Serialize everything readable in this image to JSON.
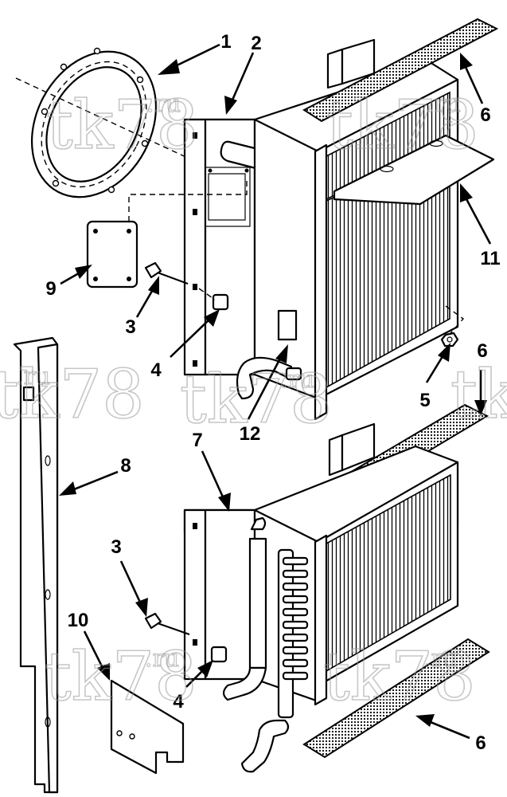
{
  "callouts": [
    {
      "id": "1",
      "text": "1"
    },
    {
      "id": "2",
      "text": "2"
    },
    {
      "id": "3",
      "text": "3"
    },
    {
      "id": "3b",
      "text": "3"
    },
    {
      "id": "4",
      "text": "4"
    },
    {
      "id": "4b",
      "text": "4"
    },
    {
      "id": "5",
      "text": "5"
    },
    {
      "id": "6",
      "text": "6"
    },
    {
      "id": "6b",
      "text": "6"
    },
    {
      "id": "6c",
      "text": "6"
    },
    {
      "id": "7",
      "text": "7"
    },
    {
      "id": "8",
      "text": "8"
    },
    {
      "id": "9",
      "text": "9"
    },
    {
      "id": "10",
      "text": "10"
    },
    {
      "id": "11",
      "text": "11"
    },
    {
      "id": "12",
      "text": "12"
    }
  ],
  "watermark": {
    "main": "tk78",
    "suffix": ".ru"
  }
}
